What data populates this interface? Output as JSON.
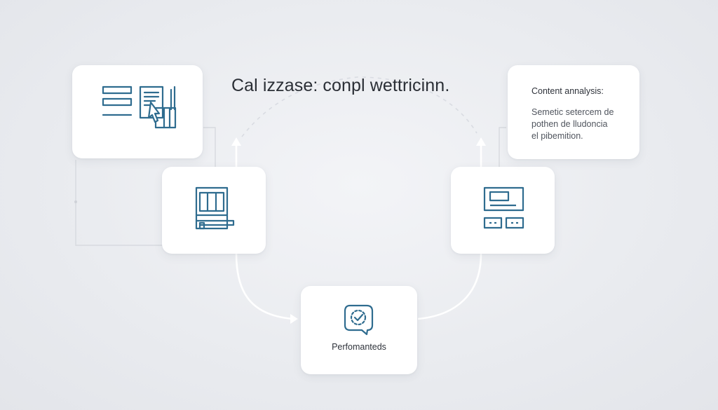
{
  "title": "Cal izzase: conpl wettricinn.",
  "info_card": {
    "heading": "Content annalysis:",
    "body_lines": [
      "Semetic setercem de",
      "pothen de lludoncia",
      "el pibemition."
    ]
  },
  "performance_card": {
    "label": "Perfomanteds"
  },
  "icons": {
    "card_top_left": "document-list-cursor-icon",
    "card_mid_left": "server-rack-icon",
    "card_mid_right": "monitor-device-icon",
    "card_bottom": "chat-check-icon"
  },
  "colors": {
    "icon_stroke": "#2f6c8f",
    "connector": "#ffffff",
    "background": "#eceef2"
  }
}
